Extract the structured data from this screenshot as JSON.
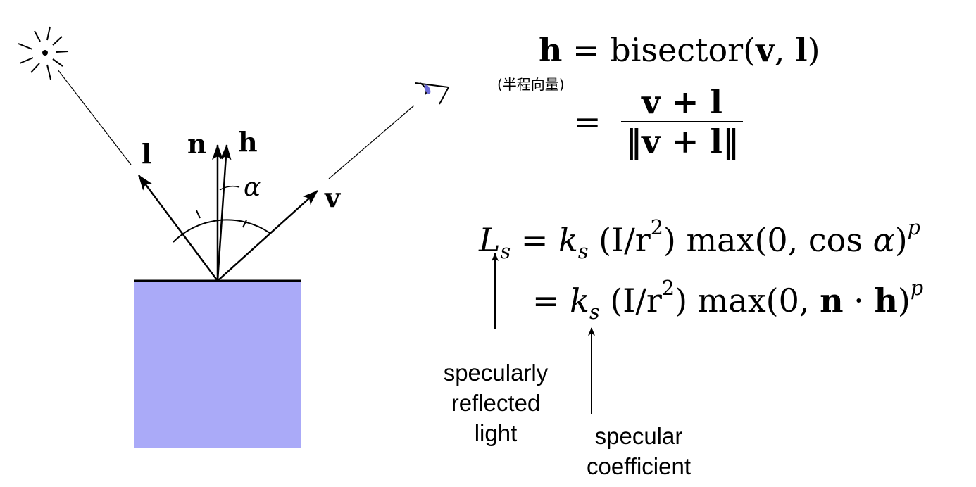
{
  "diagram": {
    "labels": {
      "light_vec": "l",
      "normal_vec": "n",
      "half_vec": "h",
      "view_vec": "v",
      "angle": "α"
    },
    "colors": {
      "surface_fill": "#aaaaf8",
      "eye_pupil": "#6a6ad8",
      "ink": "#000000"
    }
  },
  "equations": {
    "half_vector_note": "(半程向量)",
    "eq1": {
      "lhs": "h",
      "equals": "=",
      "func": "bisector(",
      "arg_v": "v",
      "comma": ", ",
      "arg_l": "l",
      "close": ")"
    },
    "eq2": {
      "equals": "=",
      "numerator": "v + l",
      "denominator": "‖v + l‖"
    },
    "eq3": {
      "lhs_L": "L",
      "lhs_sub": "s",
      "equals": "=",
      "k": "k",
      "k_sub": "s",
      "paren": "(I/r",
      "sq": "2",
      "paren_close": ")",
      "max": " max(0, cos ",
      "alpha": "α",
      "close": ")",
      "p": "p"
    },
    "eq4": {
      "equals": "=",
      "k": "k",
      "k_sub": "s",
      "paren": "(I/r",
      "sq": "2",
      "paren_close": ")",
      "max": " max(0, ",
      "n": "n",
      "dot": " · ",
      "h": "h",
      "close": ")",
      "p": "p"
    }
  },
  "annotations": {
    "reflected_light": [
      "specularly",
      "reflected",
      "light"
    ],
    "specular_coefficient": [
      "specular",
      "coefficient"
    ]
  }
}
